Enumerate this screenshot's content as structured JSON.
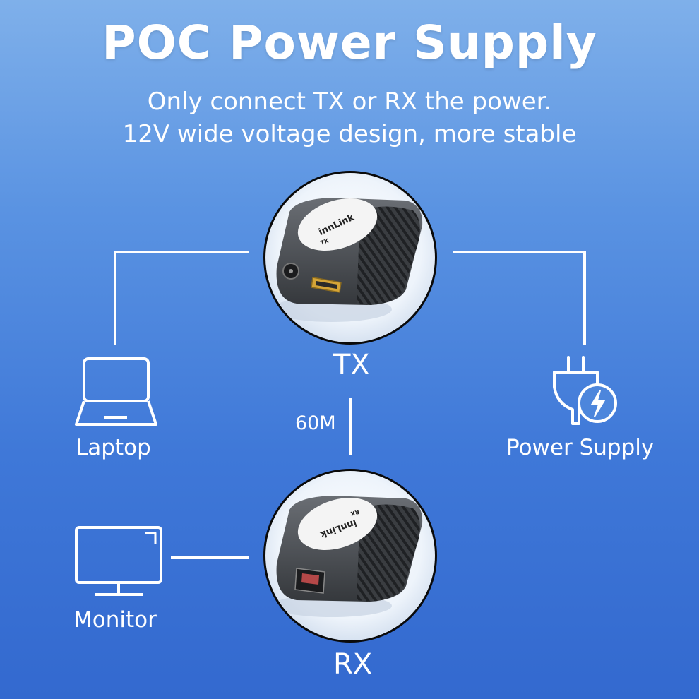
{
  "title": "POC Power Supply",
  "subtitle_lines": [
    "Only connect TX or RX the power.",
    "12V wide voltage design, more stable"
  ],
  "nodes": {
    "tx": {
      "label": "TX",
      "device_brand": "innLink",
      "device_tag": "TX"
    },
    "rx": {
      "label": "RX",
      "device_brand": "innLink",
      "device_tag": "RX"
    },
    "laptop": {
      "label": "Laptop",
      "icon": "laptop-icon"
    },
    "power_supply": {
      "label": "Power Supply",
      "icon": "plug-bolt-icon"
    },
    "monitor": {
      "label": "Monitor",
      "icon": "monitor-icon"
    }
  },
  "distance": "60M",
  "colors": {
    "background_top": "#7fb0ea",
    "background_bottom": "#3369cf",
    "line": "#ffffff",
    "device_body": "#4a4d52",
    "hdmi_gold": "#d4a437"
  }
}
